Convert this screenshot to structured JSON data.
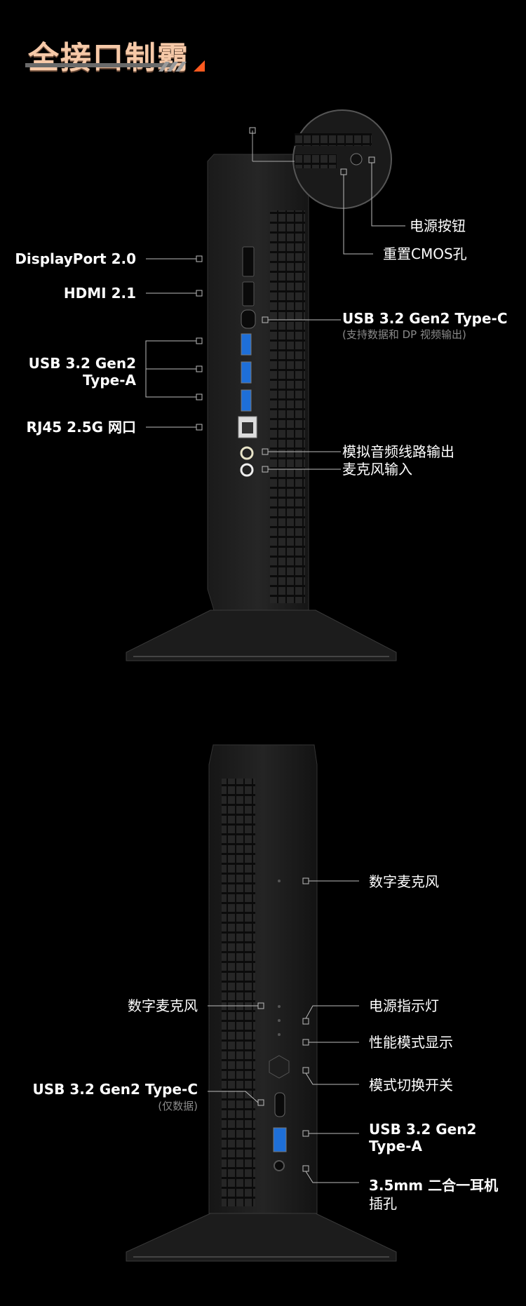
{
  "title": "全接口制霸",
  "section1": {
    "power_button": "电源按钮",
    "cmos_reset": "重置CMOS孔",
    "displayport": "DisplayPort 2.0",
    "hdmi": "HDMI 2.1",
    "usb_c": "USB 3.2 Gen2 Type-C",
    "usb_c_note": "(支持数据和 DP 视频输出)",
    "usb_a_line1": "USB 3.2 Gen2",
    "usb_a_line2": "Type-A",
    "rj45": "RJ45 2.5G 网口",
    "audio_out": "模拟音频线路输出",
    "mic_in": "麦克风输入"
  },
  "section2": {
    "digital_mic_top": "数字麦克风",
    "digital_mic_left": "数字麦克风",
    "power_led": "电源指示灯",
    "perf_mode": "性能模式显示",
    "mode_switch": "模式切换开关",
    "usb_c": "USB 3.2 Gen2 Type-C",
    "usb_c_note": "(仅数据)",
    "usb_a_line1": "USB 3.2 Gen2",
    "usb_a_line2": "Type-A",
    "jack_line1": "3.5mm 二合一耳机",
    "jack_line2": "插孔"
  }
}
